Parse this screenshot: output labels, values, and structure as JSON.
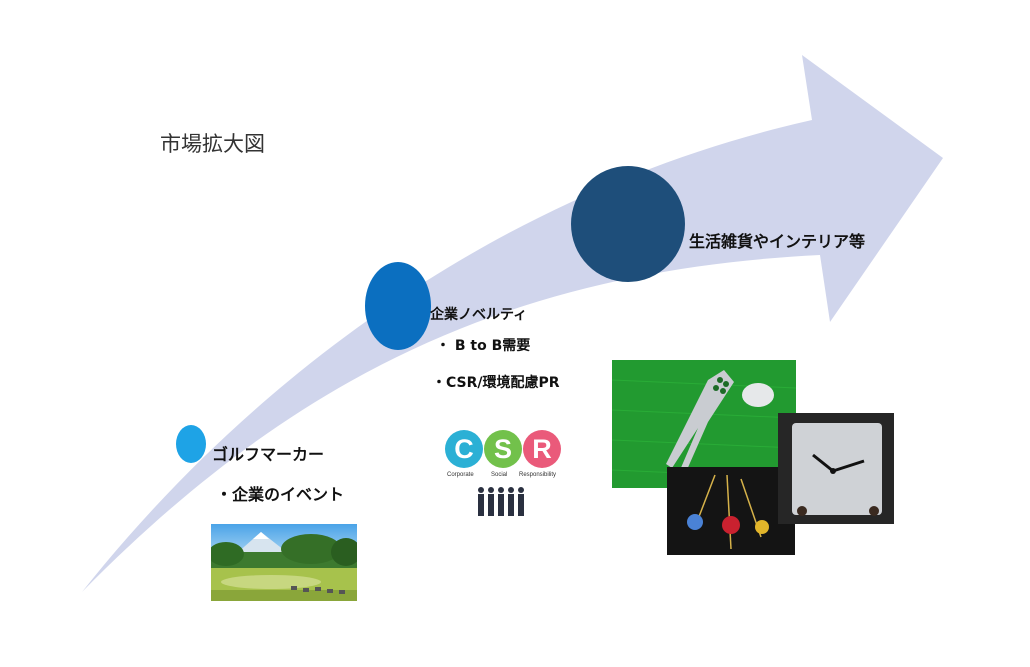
{
  "title": "市場拡大図",
  "stages": [
    {
      "heading": "ゴルフマーカー",
      "details": [
        "・企業のイベント"
      ]
    },
    {
      "heading": "企業ノベルティ",
      "details": [
        "・ B to B需要",
        "・CSR/環境配慮PR"
      ]
    },
    {
      "heading": "生活雑貨やインテリア等",
      "details": []
    }
  ],
  "csr_logo": {
    "letters": [
      "C",
      "S",
      "R"
    ],
    "subtitle": [
      "Corporate",
      "Social",
      "Responsibility"
    ]
  },
  "colors": {
    "arrow": "#d0d5ec",
    "stage1": "#1ea3e6",
    "stage2": "#0b6fc0",
    "stage3": "#1e4e7a",
    "csr_c": "#2bb0d5",
    "csr_s": "#72c14b",
    "csr_r": "#ea5a7a"
  }
}
